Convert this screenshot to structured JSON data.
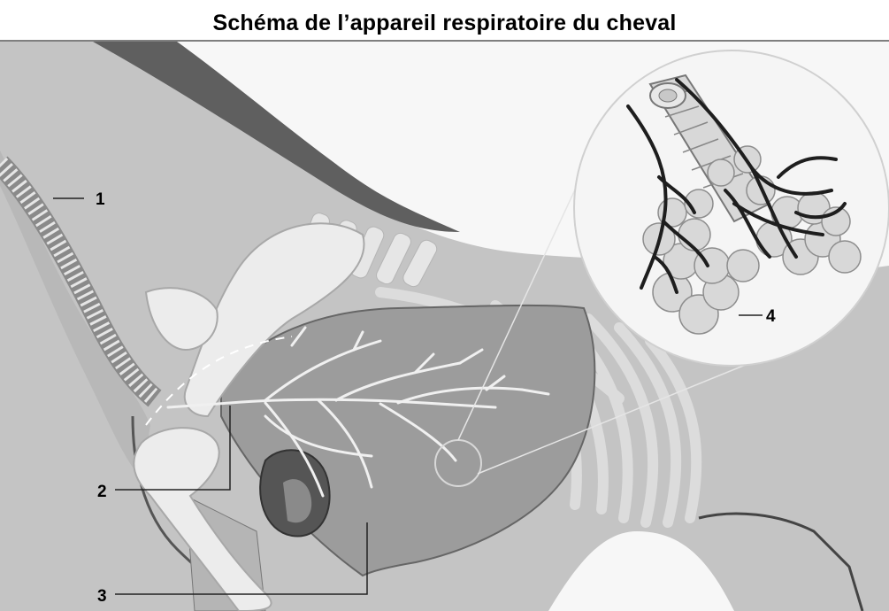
{
  "title": "Schéma de l’appareil respiratoire du cheval",
  "labels": [
    {
      "id": "1",
      "text": "1"
    },
    {
      "id": "2",
      "text": "2"
    },
    {
      "id": "3",
      "text": "3"
    },
    {
      "id": "4",
      "text": "4"
    }
  ],
  "colors": {
    "body": "#c2c2c2",
    "back_stripe": "#666666",
    "bone": "#e8e8e8",
    "lung": "#9b9b9b",
    "airway": "#f2f2f2",
    "vessel": "#1e1e1e",
    "alveoli": "#dadada",
    "heart": "#555555"
  }
}
